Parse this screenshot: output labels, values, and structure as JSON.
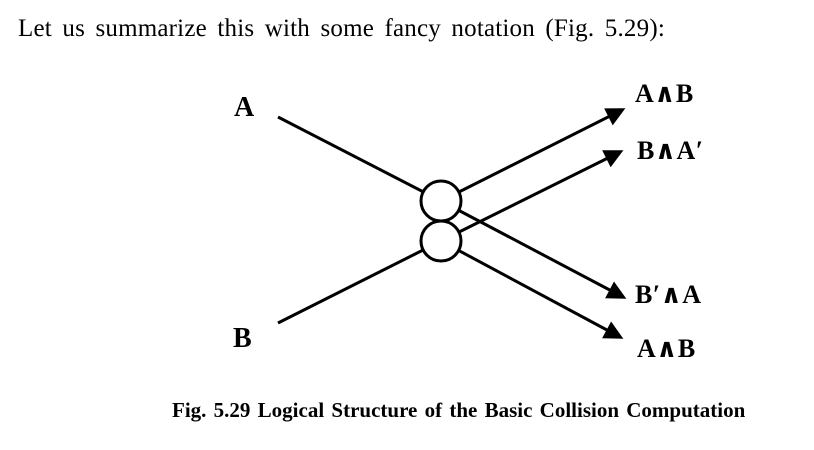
{
  "page": {
    "intro_text": "Let us summarize this with some fancy notation (Fig. 5.29):",
    "figure_caption": "Fig. 5.29 Logical Structure of the Basic Collision Computation"
  },
  "diagram": {
    "inputs": [
      {
        "label": "A"
      },
      {
        "label": "B"
      }
    ],
    "outputs": [
      {
        "label": "A∧B"
      },
      {
        "label": "B∧A′"
      },
      {
        "label": "B′∧A"
      },
      {
        "label": "A∧B"
      }
    ],
    "nodes": [
      {
        "icon": "collision-circle-icon",
        "shape": "circle"
      },
      {
        "icon": "collision-circle-icon",
        "shape": "circle"
      }
    ],
    "colors": {
      "ink": "#000000",
      "paper": "#ffffff"
    }
  }
}
